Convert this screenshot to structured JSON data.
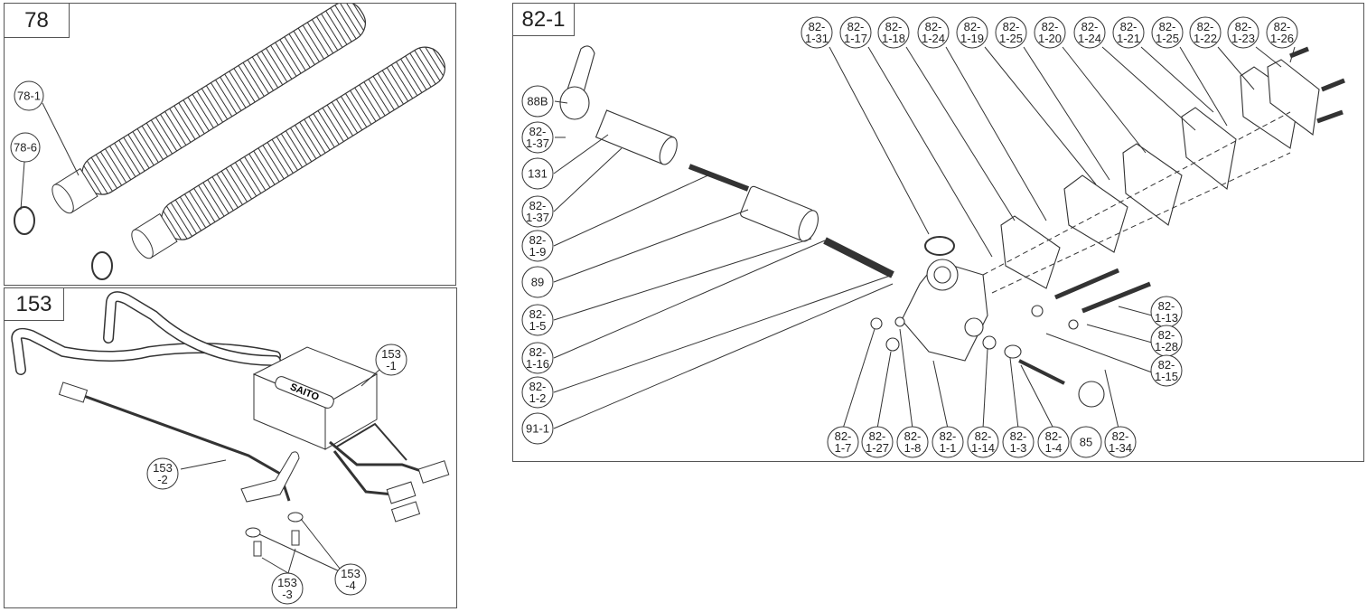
{
  "panels": {
    "p78": {
      "title": "78"
    },
    "p153": {
      "title": "153",
      "logo": "SAITO"
    },
    "p82": {
      "title": "82-1"
    }
  },
  "callouts": {
    "p78": [
      {
        "id": "c78-1",
        "lines": [
          "78-1"
        ]
      },
      {
        "id": "c78-6",
        "lines": [
          "78-6"
        ]
      }
    ],
    "p153": [
      {
        "id": "c153-1",
        "lines": [
          "153",
          "-1"
        ]
      },
      {
        "id": "c153-2",
        "lines": [
          "153",
          "-2"
        ]
      },
      {
        "id": "c153-3",
        "lines": [
          "153",
          "-3"
        ]
      },
      {
        "id": "c153-4",
        "lines": [
          "153",
          "-4"
        ]
      }
    ],
    "p82": [
      {
        "id": "c88B",
        "lines": [
          "88B"
        ]
      },
      {
        "id": "c82-1-37a",
        "lines": [
          "82-",
          "1-37"
        ]
      },
      {
        "id": "c131",
        "lines": [
          "131"
        ]
      },
      {
        "id": "c82-1-37b",
        "lines": [
          "82-",
          "1-37"
        ]
      },
      {
        "id": "c82-1-9",
        "lines": [
          "82-",
          "1-9"
        ]
      },
      {
        "id": "c89",
        "lines": [
          "89"
        ]
      },
      {
        "id": "c82-1-5",
        "lines": [
          "82-",
          "1-5"
        ]
      },
      {
        "id": "c82-1-16",
        "lines": [
          "82-",
          "1-16"
        ]
      },
      {
        "id": "c82-1-2",
        "lines": [
          "82-",
          "1-2"
        ]
      },
      {
        "id": "c91-1",
        "lines": [
          "91-1"
        ]
      },
      {
        "id": "c82-1-31",
        "lines": [
          "82-",
          "1-31"
        ]
      },
      {
        "id": "c82-1-17",
        "lines": [
          "82-",
          "1-17"
        ]
      },
      {
        "id": "c82-1-18",
        "lines": [
          "82-",
          "1-18"
        ]
      },
      {
        "id": "c82-1-24a",
        "lines": [
          "82-",
          "1-24"
        ]
      },
      {
        "id": "c82-1-19",
        "lines": [
          "82-",
          "1-19"
        ]
      },
      {
        "id": "c82-1-25a",
        "lines": [
          "82-",
          "1-25"
        ]
      },
      {
        "id": "c82-1-20",
        "lines": [
          "82-",
          "1-20"
        ]
      },
      {
        "id": "c82-1-24b",
        "lines": [
          "82-",
          "1-24"
        ]
      },
      {
        "id": "c82-1-21",
        "lines": [
          "82-",
          "1-21"
        ]
      },
      {
        "id": "c82-1-25b",
        "lines": [
          "82-",
          "1-25"
        ]
      },
      {
        "id": "c82-1-22",
        "lines": [
          "82-",
          "1-22"
        ]
      },
      {
        "id": "c82-1-23",
        "lines": [
          "82-",
          "1-23"
        ]
      },
      {
        "id": "c82-1-26",
        "lines": [
          "82-",
          "1-26"
        ]
      },
      {
        "id": "c82-1-13",
        "lines": [
          "82-",
          "1-13"
        ]
      },
      {
        "id": "c82-1-28",
        "lines": [
          "82-",
          "1-28"
        ]
      },
      {
        "id": "c82-1-15",
        "lines": [
          "82-",
          "1-15"
        ]
      },
      {
        "id": "c82-1-7",
        "lines": [
          "82-",
          "1-7"
        ]
      },
      {
        "id": "c82-1-27",
        "lines": [
          "82-",
          "1-27"
        ]
      },
      {
        "id": "c82-1-8",
        "lines": [
          "82-",
          "1-8"
        ]
      },
      {
        "id": "c82-1-1",
        "lines": [
          "82-",
          "1-1"
        ]
      },
      {
        "id": "c82-1-14",
        "lines": [
          "82-",
          "1-14"
        ]
      },
      {
        "id": "c82-1-3",
        "lines": [
          "82-",
          "1-3"
        ]
      },
      {
        "id": "c82-1-4",
        "lines": [
          "82-",
          "1-4"
        ]
      },
      {
        "id": "c85",
        "lines": [
          "85"
        ]
      },
      {
        "id": "c82-1-34",
        "lines": [
          "82-",
          "1-34"
        ]
      }
    ]
  }
}
